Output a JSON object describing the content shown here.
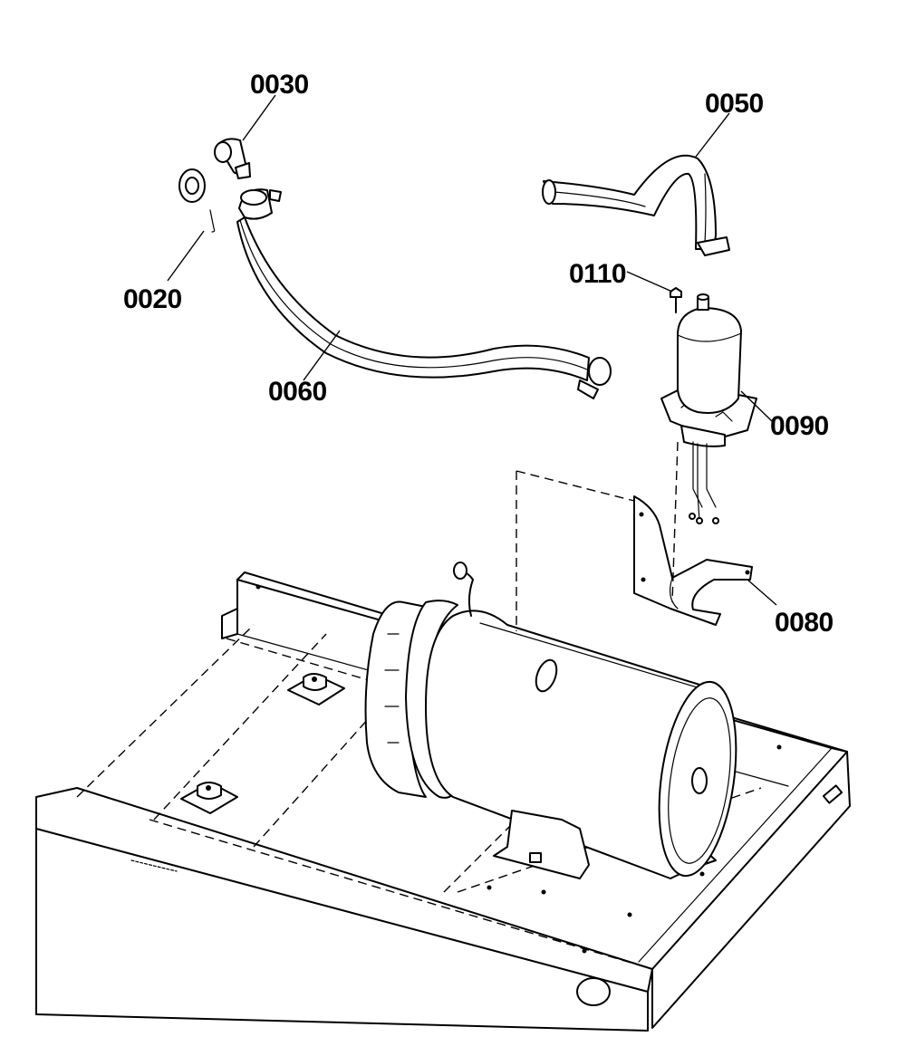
{
  "callouts": {
    "p0020": "0020",
    "p0030": "0030",
    "p0050": "0050",
    "p0060": "0060",
    "p0080": "0080",
    "p0090": "0090",
    "p0110": "0110"
  }
}
